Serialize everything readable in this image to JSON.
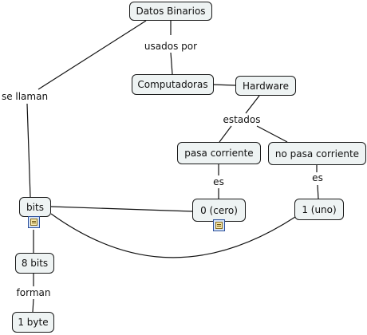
{
  "nodes": {
    "datos_binarios": "Datos Binarios",
    "computadoras": "Computadoras",
    "hardware": "Hardware",
    "pasa_corriente": "pasa corriente",
    "no_pasa_corriente": "no pasa corriente",
    "bits": "bits",
    "cero": "0 (cero)",
    "uno": "1 (uno)",
    "ocho_bits": "8 bits",
    "un_byte": "1 byte"
  },
  "links": {
    "usados_por": "usados por",
    "se_llaman": "se llaman",
    "estados": "estados",
    "es_left": "es",
    "es_right": "es",
    "forman": "forman"
  },
  "icons": [
    "document-icon",
    "document-icon"
  ]
}
